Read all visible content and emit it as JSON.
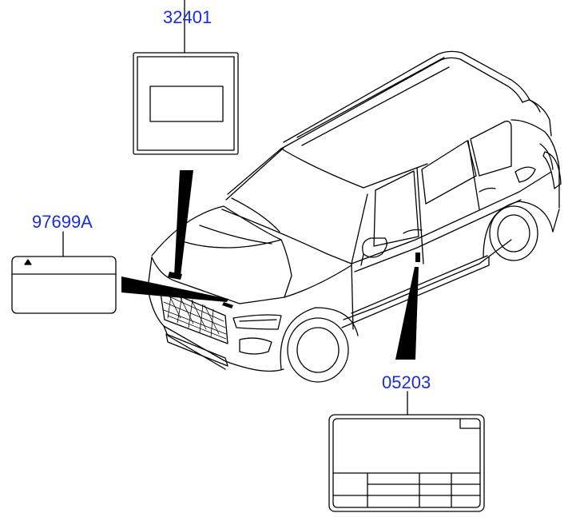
{
  "diagram": {
    "link_color": "#1a2bd8",
    "line_color": "#000000",
    "callouts": [
      {
        "id": "top",
        "part_number": "32401"
      },
      {
        "id": "left",
        "part_number": "97699A"
      },
      {
        "id": "bottom",
        "part_number": "05203"
      }
    ]
  }
}
